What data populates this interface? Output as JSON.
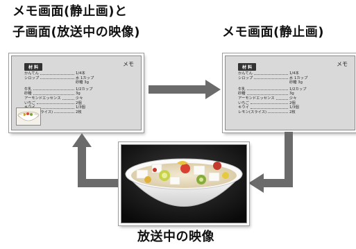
{
  "titles": {
    "top_left_line1": "メモ画面(静止画)と",
    "top_left_line2": "子画面(放送中の映像)",
    "top_right": "メモ画面(静止画)",
    "bottom": "放送中の映像"
  },
  "memo_screen": {
    "corner_label": "メモ",
    "materials_label": "材 料",
    "rows": [
      {
        "name": "かんてん",
        "amount": "1/4本"
      },
      {
        "name": "シロップ",
        "amount": "水 1カップ"
      },
      {
        "name": "",
        "amount": "砂糖 3g"
      },
      {
        "name": "牛乳",
        "amount": "1/2カップ"
      },
      {
        "name": "砂糖",
        "amount": "3g"
      },
      {
        "name": "アーモンドエッセンス",
        "amount": "少々"
      },
      {
        "name": "いちご",
        "amount": "2個"
      },
      {
        "name": "キウイ",
        "amount": "1/3個"
      },
      {
        "name": "レモン(スライス)",
        "amount": "2枚"
      }
    ]
  },
  "colors": {
    "arrow": "#6b6b6b",
    "screen_bg": "#d9d9d9",
    "bowl_bg": "#1a1a1a"
  }
}
